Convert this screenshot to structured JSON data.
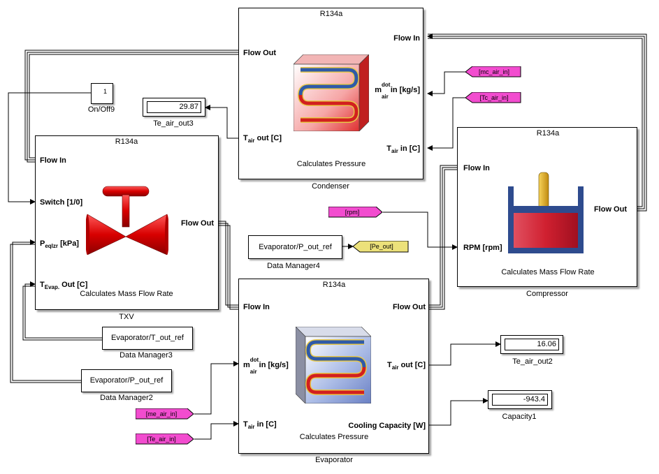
{
  "colors": {
    "goto_tag_fill": "#f24ccf",
    "from_tag_fill": "#ece17a",
    "wire": "#000000"
  },
  "condenser": {
    "fluid": "R134a",
    "port_flow_out": "Flow Out",
    "port_flow_in": "Flow In",
    "port_mair_pre": "m",
    "port_mair_sup": "dot",
    "port_mair_sub": "air",
    "port_mair_post": " in [kg/s]",
    "port_tair_out_pre": "T",
    "port_tair_out_sub": "air",
    "port_tair_out_post": " out [C]",
    "port_tair_in_pre": "T",
    "port_tair_in_sub": "air",
    "port_tair_in_post": " in [C]",
    "caption": "Calculates Pressure",
    "name": "Condenser",
    "icon": "heat-exchanger-hot-icon"
  },
  "txv": {
    "fluid": "R134a",
    "port_flow_in": "Flow In",
    "port_switch": "Switch [1/0]",
    "port_p_pre": "P",
    "port_p_sub": "eqlzr",
    "port_p_post": " [kPa]",
    "port_t_pre": "T",
    "port_t_sub": "Evap.",
    "port_t_post": " Out [C]",
    "port_flow_out": "Flow Out",
    "caption": "Calculates Mass Flow Rate",
    "name": "TXV",
    "icon": "valve-icon"
  },
  "compressor": {
    "fluid": "R134a",
    "port_flow_in": "Flow In",
    "port_rpm": "RPM [rpm]",
    "port_flow_out": "Flow Out",
    "caption": "Calculates Mass Flow Rate",
    "name": "Compressor",
    "icon": "piston-icon"
  },
  "evaporator": {
    "fluid": "R134a",
    "port_flow_in": "Flow In",
    "port_flow_out": "Flow Out",
    "port_mair_pre": "m",
    "port_mair_sup": "dot",
    "port_mair_sub": "air",
    "port_mair_post": " in [kg/s]",
    "port_tair_out_pre": "T",
    "port_tair_out_sub": "air",
    "port_tair_out_post": " out [C]",
    "port_tair_in_pre": "T",
    "port_tair_in_sub": "air",
    "port_tair_in_post": " in [C]",
    "port_cooling": "Cooling Capacity [W]",
    "caption": "Calculates Pressure",
    "name": "Evaporator",
    "icon": "heat-exchanger-cold-icon"
  },
  "onoff": {
    "value": "1",
    "name": "On/Off9"
  },
  "displays": {
    "te_air_out3": {
      "value": "29.87",
      "name": "Te_air_out3"
    },
    "te_air_out2": {
      "value": "16.06",
      "name": "Te_air_out2"
    },
    "capacity1": {
      "value": "-943.4",
      "name": "Capacity1"
    }
  },
  "data_managers": {
    "dm4": {
      "text": "Evaporator/P_out_ref",
      "name": "Data Manager4"
    },
    "dm3": {
      "text": "Evaporator/T_out_ref",
      "name": "Data Manager3"
    },
    "dm2": {
      "text": "Evaporator/P_out_ref",
      "name": "Data Manager2"
    }
  },
  "tags": {
    "mc_air_in": "[mc_air_in]",
    "tc_air_in": "[Tc_air_in]",
    "rpm": "[rpm]",
    "pe_out": "[Pe_out]",
    "me_air_in": "[me_air_in]",
    "te_air_in": "[Te_air_in]"
  }
}
